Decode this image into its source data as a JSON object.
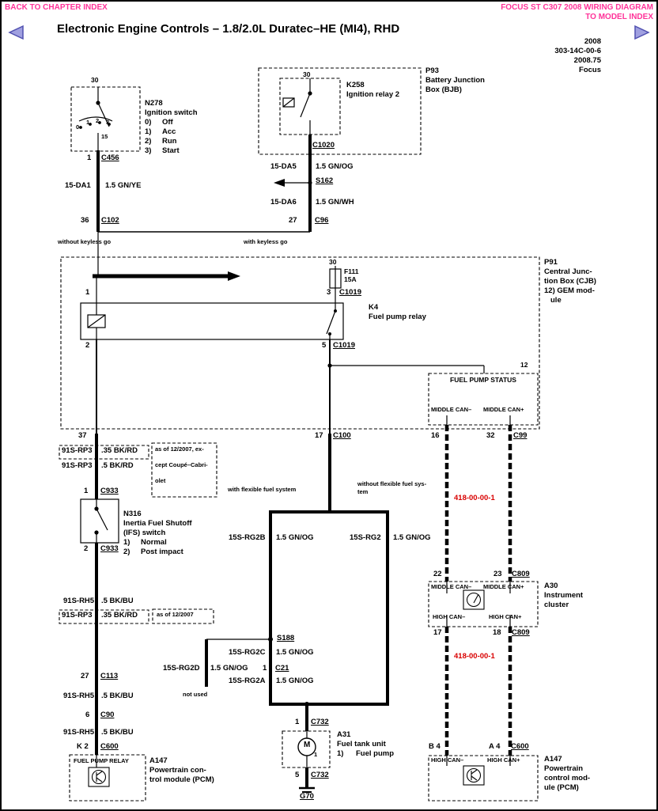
{
  "header": {
    "back_link": "BACK TO CHAPTER INDEX",
    "index_link_line1": "FOCUS ST C307 2008 WIRING DIAGRAM",
    "index_link_line2": "TO MODEL INDEX",
    "title": "Electronic Engine Controls – 1.8/2.0L Duratec–HE (MI4), RHD",
    "doc_refs": [
      "2008",
      "303-14C-00-6",
      "2008.75",
      "Focus"
    ]
  },
  "colors": {
    "link_pink": "#ff3399",
    "nav_arrow_fill": "#a0a0e0",
    "nav_arrow_stroke": "#5050b0",
    "circuit_ref_red": "#d90000"
  },
  "ignition_switch": {
    "terminal_top": "30",
    "position_digits": [
      "0",
      "1",
      "2",
      "3"
    ],
    "terminal_bottom": "15",
    "id": "N278",
    "name": "Ignition switch",
    "positions": [
      {
        "num": "0)",
        "label": "Off"
      },
      {
        "num": "1)",
        "label": "Acc"
      },
      {
        "num": "2)",
        "label": "Run"
      },
      {
        "num": "3)",
        "label": "Start"
      }
    ],
    "pin_top": "1",
    "conn_top": "C456",
    "wire_code": "15-DA1",
    "wire_spec": "1.5 GN/YE",
    "pin_bottom": "36",
    "conn_bottom": "C102"
  },
  "bjb": {
    "id": "P93",
    "name_line1": "Battery Junction",
    "name_line2": "Box (BJB)",
    "relay_terminal": "30",
    "relay_id": "K258",
    "relay_name": "Ignition relay 2",
    "conn": "C1020",
    "wire1_code": "15-DA5",
    "wire1_spec": "1.5 GN/OG",
    "splice": "S162",
    "wire2_code": "15-DA6",
    "wire2_spec": "1.5 GN/WH",
    "pin": "27",
    "conn_bottom": "C96"
  },
  "branch_labels": {
    "left": "without keyless go",
    "right": "with keyless go"
  },
  "cjb": {
    "id": "P91",
    "name_lines": [
      "Central Junc-",
      "tion Box (CJB)",
      "12) GEM mod-",
      "ule"
    ],
    "fuse_terminal": "30",
    "fuse_id": "F111",
    "fuse_rating": "15A",
    "pin_coil_top": "1",
    "fuse_pin": "3",
    "fuse_conn": "C1019",
    "relay_id": "K4",
    "relay_name": "Fuel pump relay",
    "pin_coil_bottom": "2",
    "pin_out": "5",
    "conn_out": "C1019",
    "gem_ref": "12",
    "status_title": "FUEL PUMP STATUS",
    "status_can_minus": "MIDDLE CAN–",
    "status_can_plus": "MIDDLE CAN+"
  },
  "pins_row": {
    "pin37": "37",
    "pin17": "17",
    "conn_c100": "C100",
    "pin16": "16",
    "pin32": "32",
    "conn_c99": "C99"
  },
  "ifs_branch": {
    "wire1_code": "91S-RP3",
    "wire1_spec": ".35 BK/RD",
    "wire2_code": "91S-RP3",
    "wire2_spec": ".5 BK/RD",
    "note1_lines": [
      "as of 12/2007, ex-",
      "cept Coupé–Cabri-",
      "olet"
    ],
    "pin_top": "1",
    "conn_top": "C933",
    "switch_id": "N316",
    "switch_name_lines": [
      "Inertia Fuel Shutoff",
      "(IFS) switch"
    ],
    "switch_positions": [
      {
        "num": "1)",
        "label": "Normal"
      },
      {
        "num": "2)",
        "label": "Post impact"
      }
    ],
    "pin_bottom": "2",
    "conn_bottom": "C933",
    "wire3_code": "91S-RH5",
    "wire3_spec": ".5 BK/BU",
    "wire4_code": "91S-RP3",
    "wire4_spec": ".35 BK/RD",
    "note2": "as of 12/2007",
    "pin_c113": "27",
    "conn_c113": "C113",
    "wire5_code": "91S-RH5",
    "wire5_spec": ".5 BK/BU",
    "pin_c90": "6",
    "conn_c90": "C90",
    "wire6_code": "91S-RH5",
    "wire6_spec": ".5 BK/BU",
    "pin_c600": "K 2",
    "conn_c600": "C600"
  },
  "pcm_left": {
    "box_label": "FUEL PUMP RELAY",
    "id": "A147",
    "name_lines": [
      "Powertrain con-",
      "trol module (PCM)"
    ]
  },
  "fuel_branch": {
    "label_flex": "with flexible fuel system",
    "label_noflex_lines": [
      "without flexible fuel sys-",
      "tem"
    ],
    "wire_left_code": "15S-RG2B",
    "wire_left_spec": "1.5 GN/OG",
    "wire_right_code": "15S-RG2",
    "wire_right_spec": "1.5 GN/OG",
    "splice": "S188",
    "wire_c_code": "15S-RG2C",
    "wire_c_spec": "1.5 GN/OG",
    "pin_c21": "1",
    "conn_c21": "C21",
    "wire_a_code": "15S-RG2A",
    "wire_a_spec": "1.5 GN/OG",
    "wire_d_code": "15S-RG2D",
    "wire_d_spec": "1.5 GN/OG",
    "not_used": "not used"
  },
  "fuel_tank": {
    "pin_top": "1",
    "conn_top": "C732",
    "id": "A31",
    "name": "Fuel tank unit",
    "item_num": "1)",
    "item_label": "Fuel pump",
    "motor_letter": "M",
    "motor_pin": "1",
    "pin_bottom": "5",
    "conn_bottom": "C732",
    "ground": "G70"
  },
  "can_bus": {
    "ref_top": "418-00-00-1",
    "ref_bottom": "418-00-00-1",
    "pin22": "22",
    "pin23": "23",
    "conn_top": "C809",
    "pin17": "17",
    "pin18": "18",
    "conn_bottom": "C809",
    "pin_b4": "B 4",
    "pin_a4": "A 4",
    "conn_pcm": "C600"
  },
  "cluster": {
    "id": "A30",
    "name_lines": [
      "Instrument",
      "cluster"
    ],
    "can_minus": "MIDDLE CAN–",
    "can_plus": "MIDDLE CAN+",
    "high_minus": "HIGH CAN–",
    "high_plus": "HIGH CAN+"
  },
  "pcm_right": {
    "id": "A147",
    "name_lines": [
      "Powertrain",
      "control mod-",
      "ule (PCM)"
    ],
    "high_minus": "HIGH CAN–",
    "high_plus": "HIGH CAN+"
  }
}
